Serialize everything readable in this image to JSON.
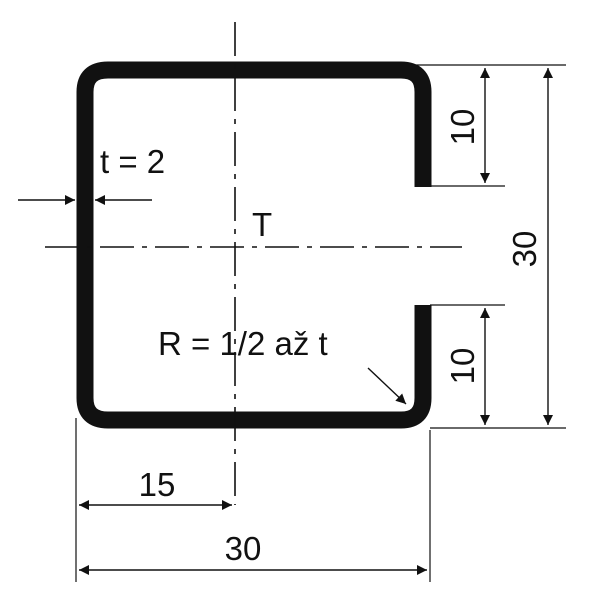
{
  "labels": {
    "thickness": "t = 2",
    "centroid": "T",
    "radius": "R = 1/2 až t",
    "top_lip_height": "10",
    "bottom_lip_height": "10",
    "total_height": "30",
    "half_width": "15",
    "total_width": "30"
  }
}
